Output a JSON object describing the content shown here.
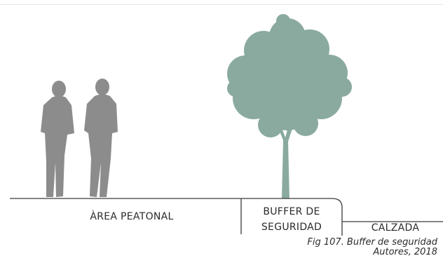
{
  "labels": {
    "pedestrian_area": "ÀREA PEATONAL",
    "buffer": "BUFFER DE SEGURIDAD",
    "roadway": "CALZADA"
  },
  "caption": {
    "line1": "Fig 107. Buffer de seguridad",
    "line2": "Autores, 2018"
  },
  "colors": {
    "people": "#8c8c8c",
    "tree": "#8aaaa0",
    "lines": "#3a3a3a"
  }
}
